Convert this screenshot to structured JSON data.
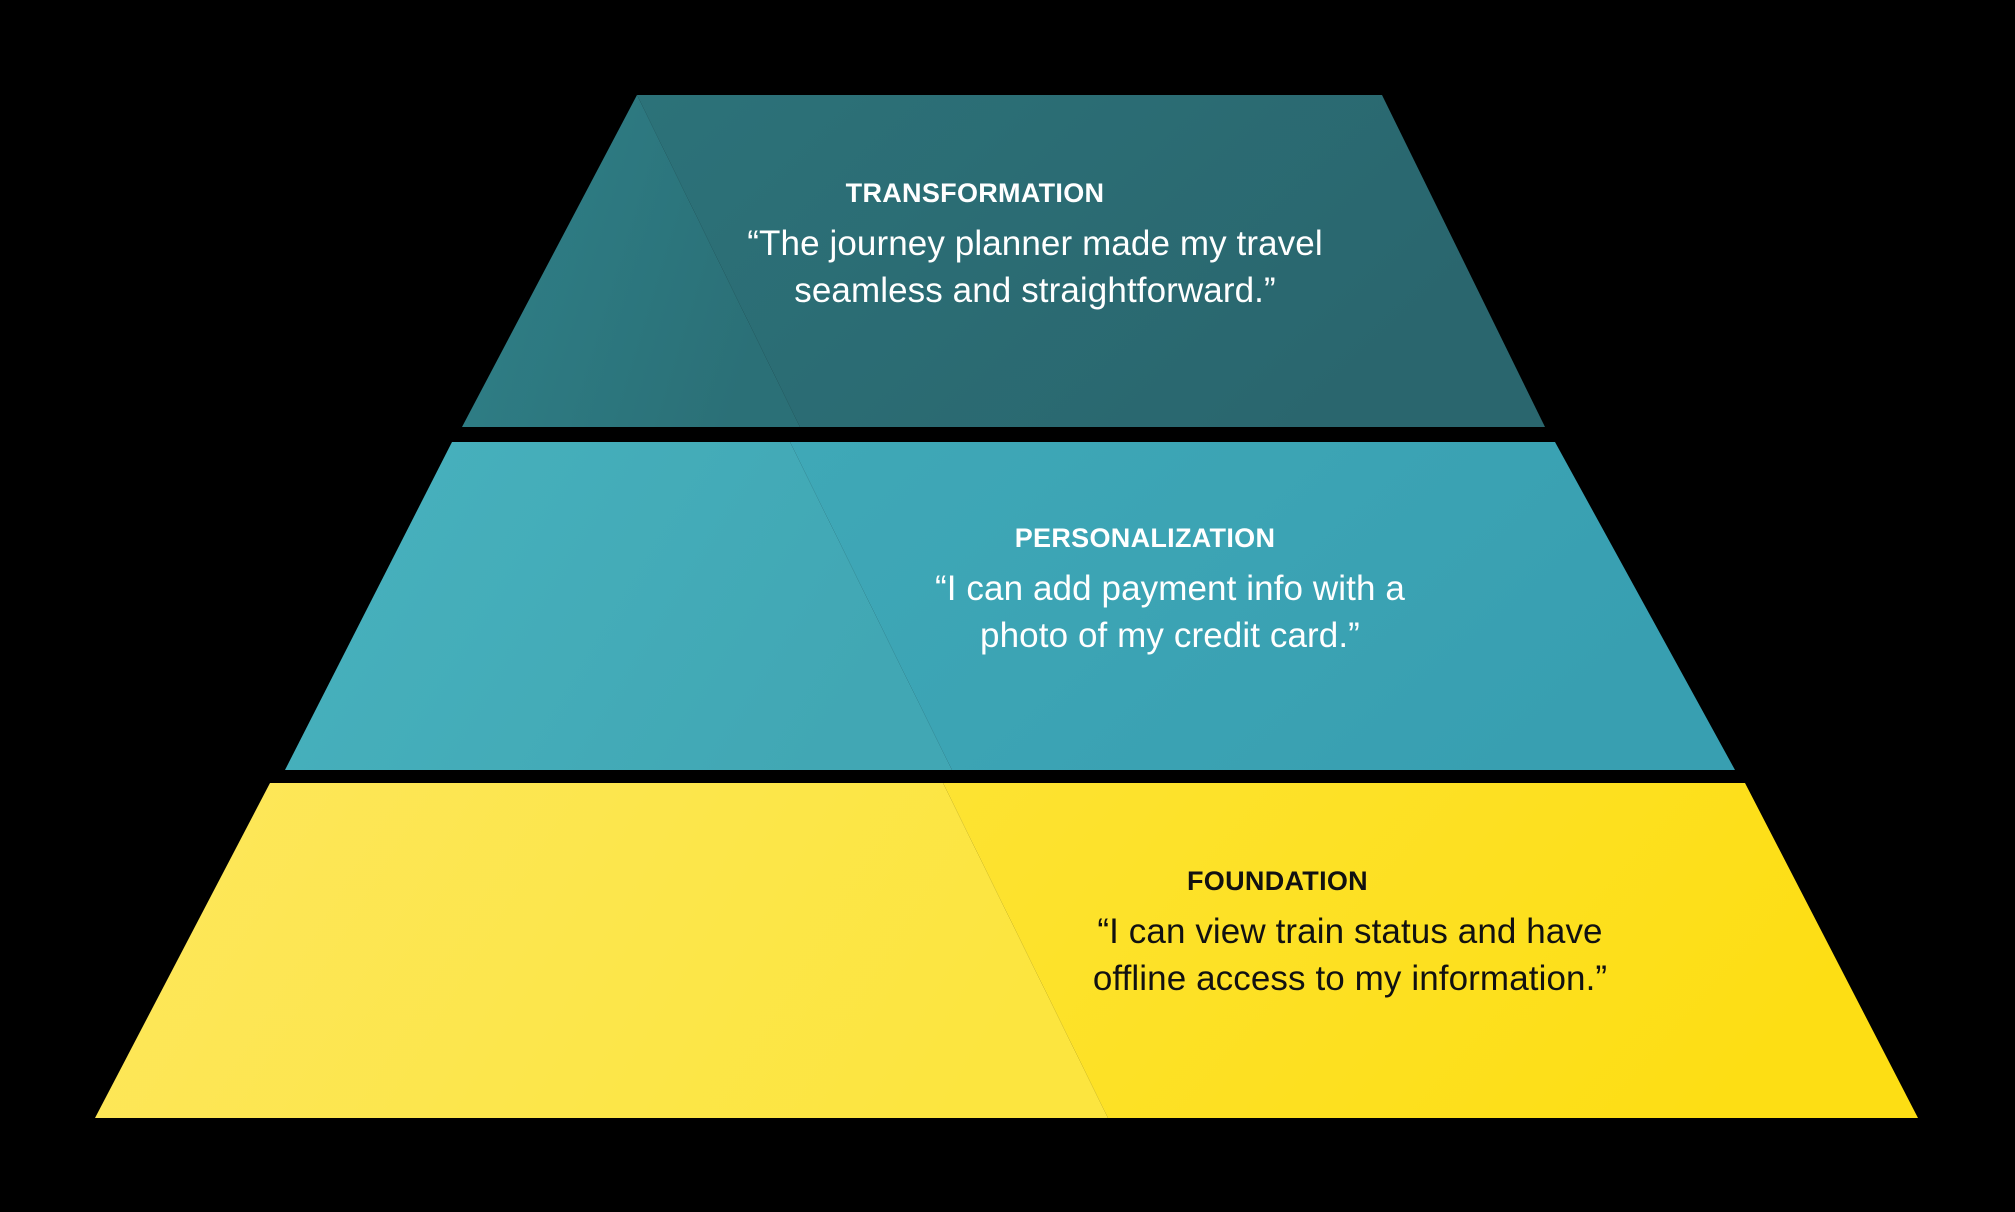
{
  "background_color": "#000000",
  "diagram": {
    "type": "pyramid",
    "orientation": "apex-up",
    "tier_count": 3,
    "tiers": [
      {
        "id": "transformation",
        "level": 1,
        "position": "top",
        "title": "TRANSFORMATION",
        "quote_lines": [
          "“The journey planner made my travel",
          "seamless and straightforward.”"
        ],
        "quote_full": "“The journey planner made my travel seamless and straightforward.”",
        "face_color_left": "#2D7880",
        "face_color_right": "#2A6A72",
        "text_color": "#FFFFFF"
      },
      {
        "id": "personalization",
        "level": 2,
        "position": "middle",
        "title": "PERSONALIZATION",
        "quote_lines": [
          "“I can add payment info with a",
          "photo of my credit card.”"
        ],
        "quote_full": "“I can add payment info with a photo of my credit card.”",
        "face_color_left": "#43ACB9",
        "face_color_right": "#3BA3B5",
        "text_color": "#FFFFFF"
      },
      {
        "id": "foundation",
        "level": 3,
        "position": "bottom",
        "title": "FOUNDATION",
        "quote_lines": [
          "“I can view train status and have",
          "offline access to my information.”"
        ],
        "quote_full": "“I can view train status and have offline access to my information.”",
        "face_color_left": "#FCE94F",
        "face_color_right": "#FDE021",
        "text_color": "#111111"
      }
    ]
  }
}
